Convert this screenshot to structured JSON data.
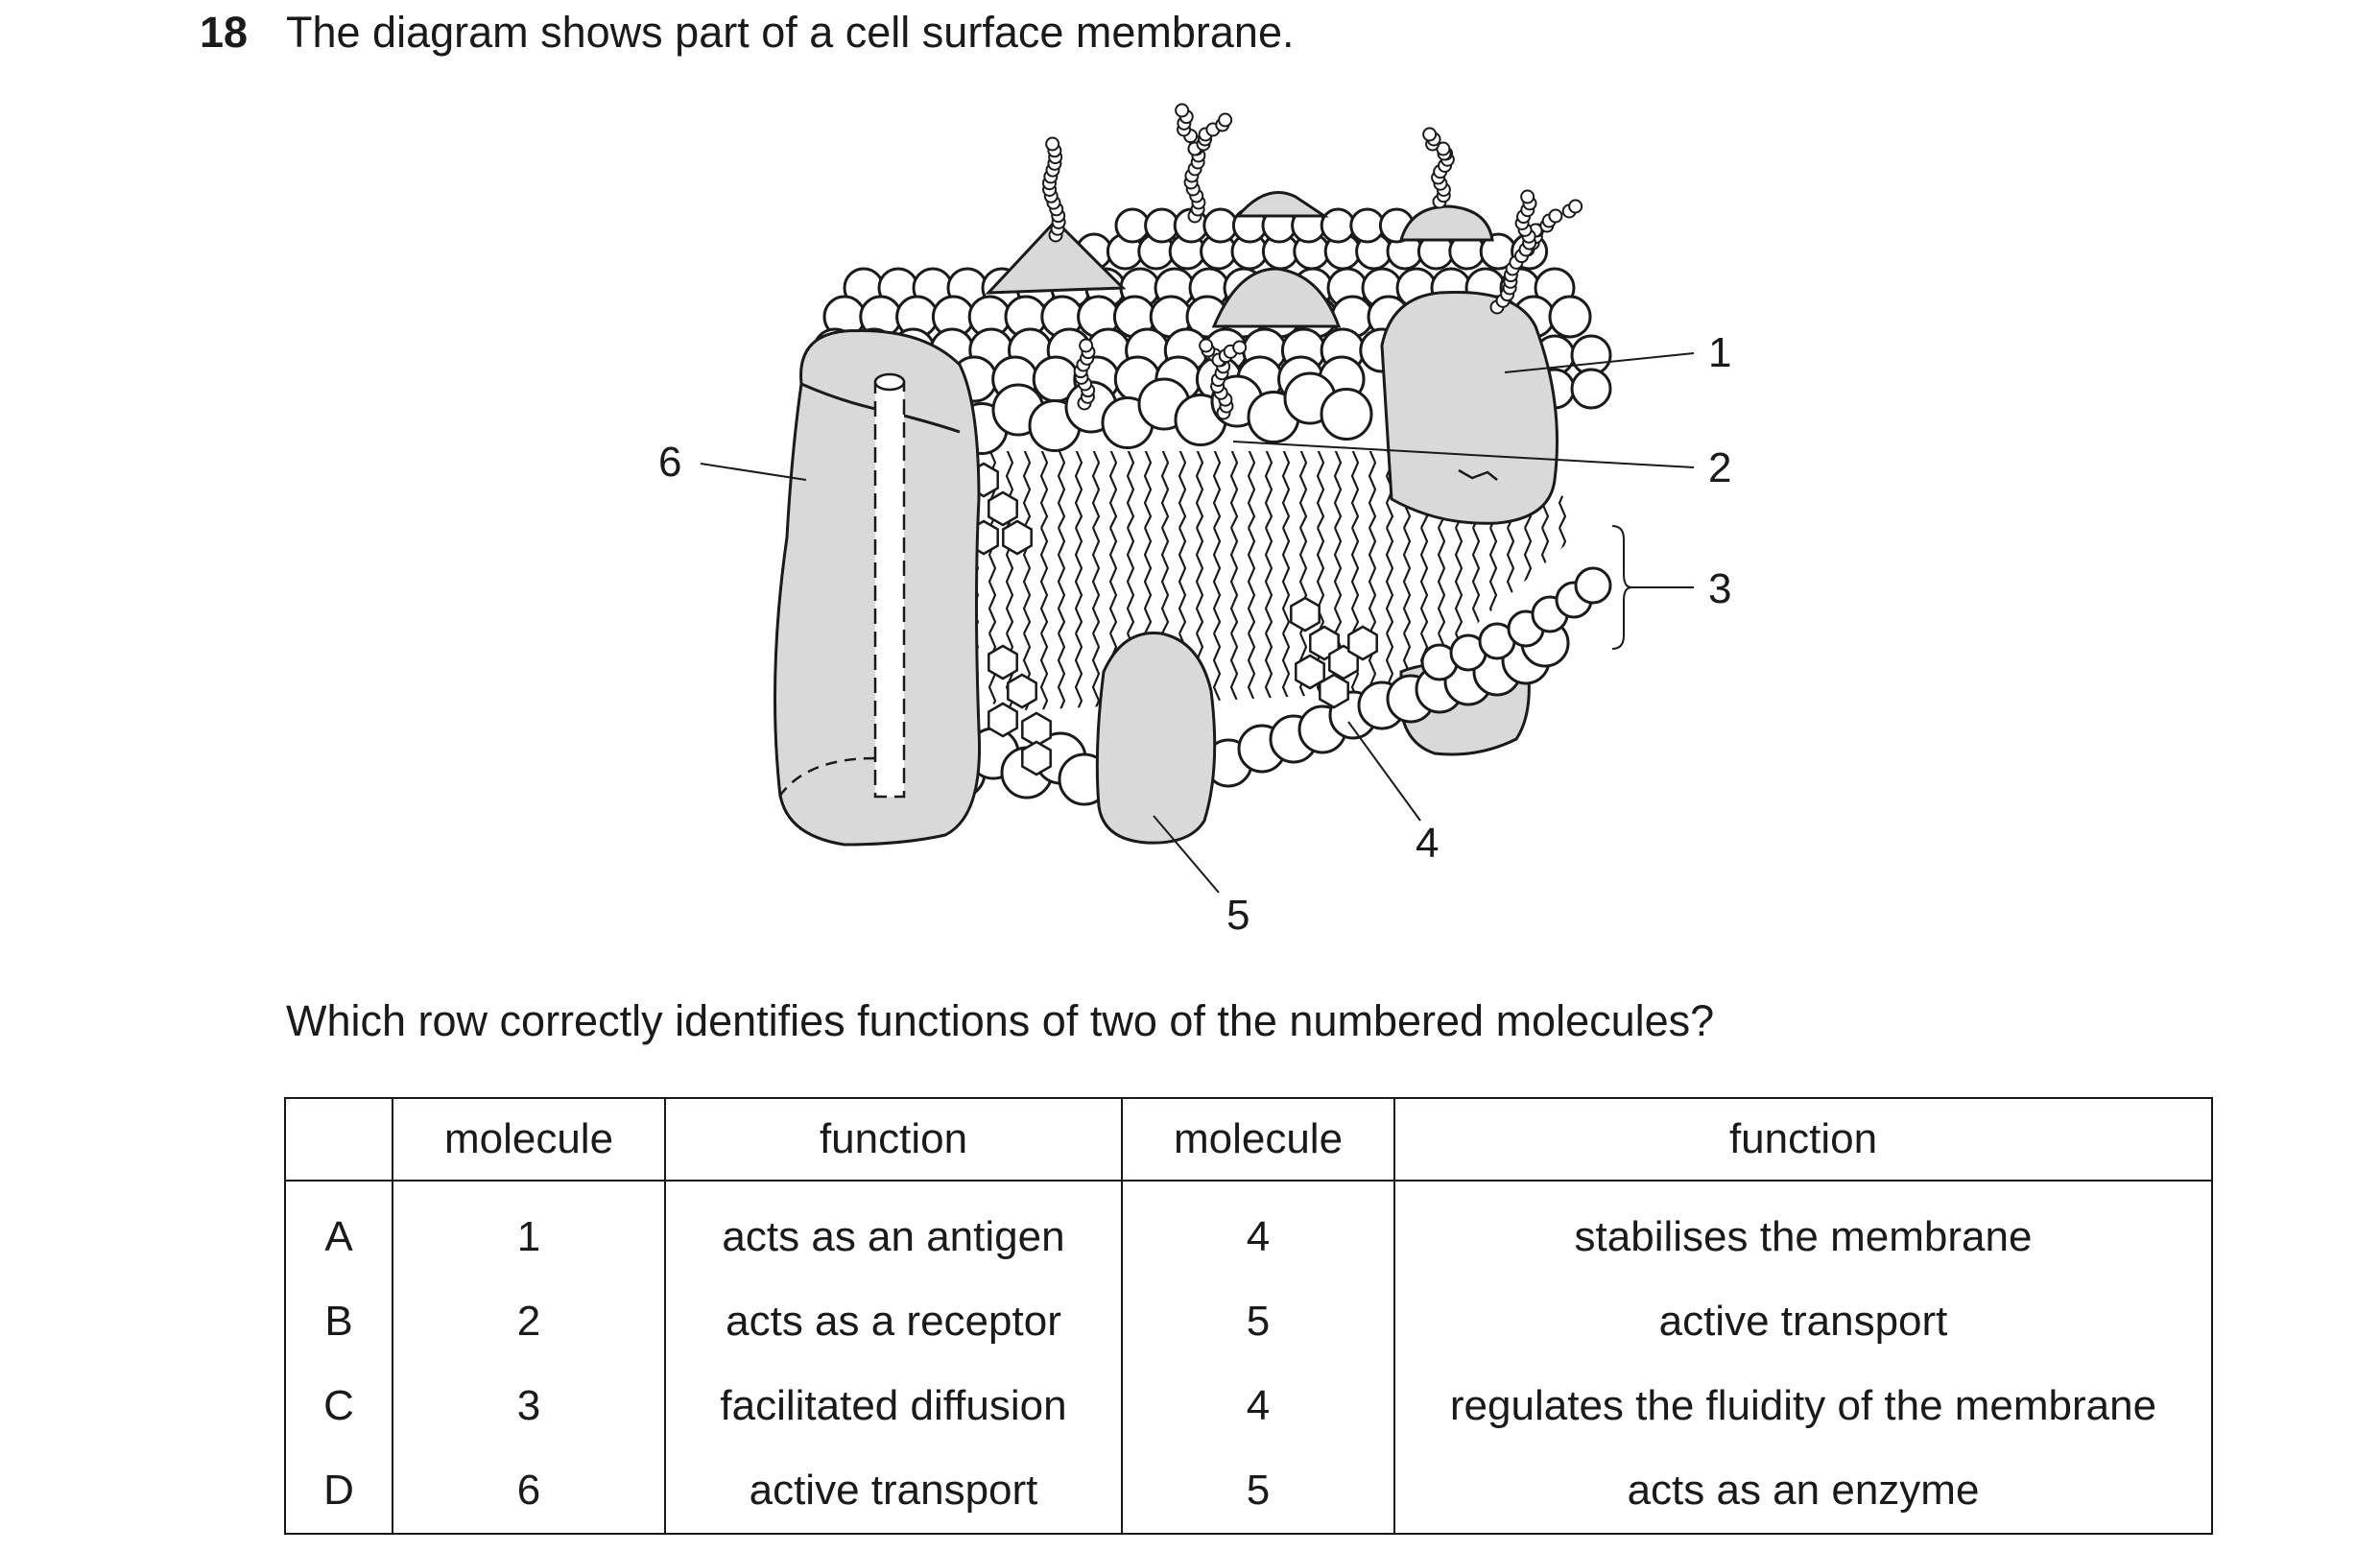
{
  "question": {
    "number": "18",
    "stem": "The diagram shows part of a cell surface membrane.",
    "prompt": "Which row correctly identifies functions of two of the numbered molecules?"
  },
  "diagram": {
    "labels": [
      "1",
      "2",
      "3",
      "4",
      "5",
      "6"
    ]
  },
  "table": {
    "headers": [
      "",
      "molecule",
      "function",
      "molecule",
      "function"
    ],
    "rows": [
      {
        "option": "A",
        "molecule1": "1",
        "function1": "acts as an antigen",
        "molecule2": "4",
        "function2": "stabilises the membrane"
      },
      {
        "option": "B",
        "molecule1": "2",
        "function1": "acts as a receptor",
        "molecule2": "5",
        "function2": "active transport"
      },
      {
        "option": "C",
        "molecule1": "3",
        "function1": "facilitated diffusion",
        "molecule2": "4",
        "function2": "regulates the fluidity of the membrane"
      },
      {
        "option": "D",
        "molecule1": "6",
        "function1": "active transport",
        "molecule2": "5",
        "function2": "acts as an enzyme"
      }
    ]
  }
}
